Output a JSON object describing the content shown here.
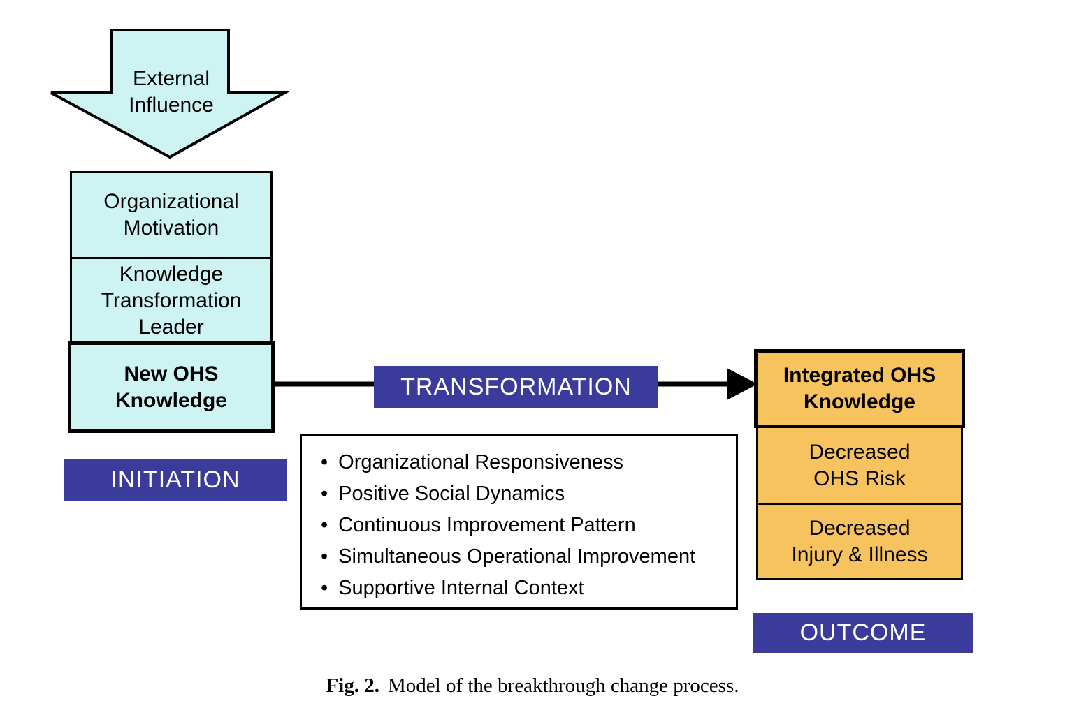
{
  "colors": {
    "cyan_fill": "#CDF3F3",
    "orange_fill": "#F7C35F",
    "blue_fill": "#3B3B9B",
    "border": "#000000",
    "stage_text": "#FFFFFF"
  },
  "diagram": {
    "external_influence_arrow": {
      "lines": [
        "External",
        "Influence"
      ]
    },
    "initiation": {
      "stack": [
        {
          "lines": [
            "Organizational",
            "Motivation"
          ]
        },
        {
          "lines": [
            "Knowledge",
            "Transformation",
            "Leader"
          ]
        },
        {
          "lines": [
            "New OHS",
            "Knowledge"
          ]
        }
      ],
      "stage_label": "INITIATION"
    },
    "transformation": {
      "stage_label": "TRANSFORMATION",
      "bullet_glyph": "•",
      "factors": [
        "Organizational Responsiveness",
        "Positive Social Dynamics",
        "Continuous Improvement Pattern",
        "Simultaneous Operational Improvement",
        "Supportive Internal Context"
      ]
    },
    "outcome": {
      "stack": [
        {
          "lines": [
            "Integrated OHS",
            "Knowledge"
          ]
        },
        {
          "lines": [
            "Decreased",
            "OHS Risk"
          ]
        },
        {
          "lines": [
            "Decreased",
            "Injury & Illness"
          ]
        }
      ],
      "stage_label": "OUTCOME"
    },
    "caption": {
      "figure_label": "Fig. 2.",
      "text": "Model of the breakthrough change process."
    }
  }
}
